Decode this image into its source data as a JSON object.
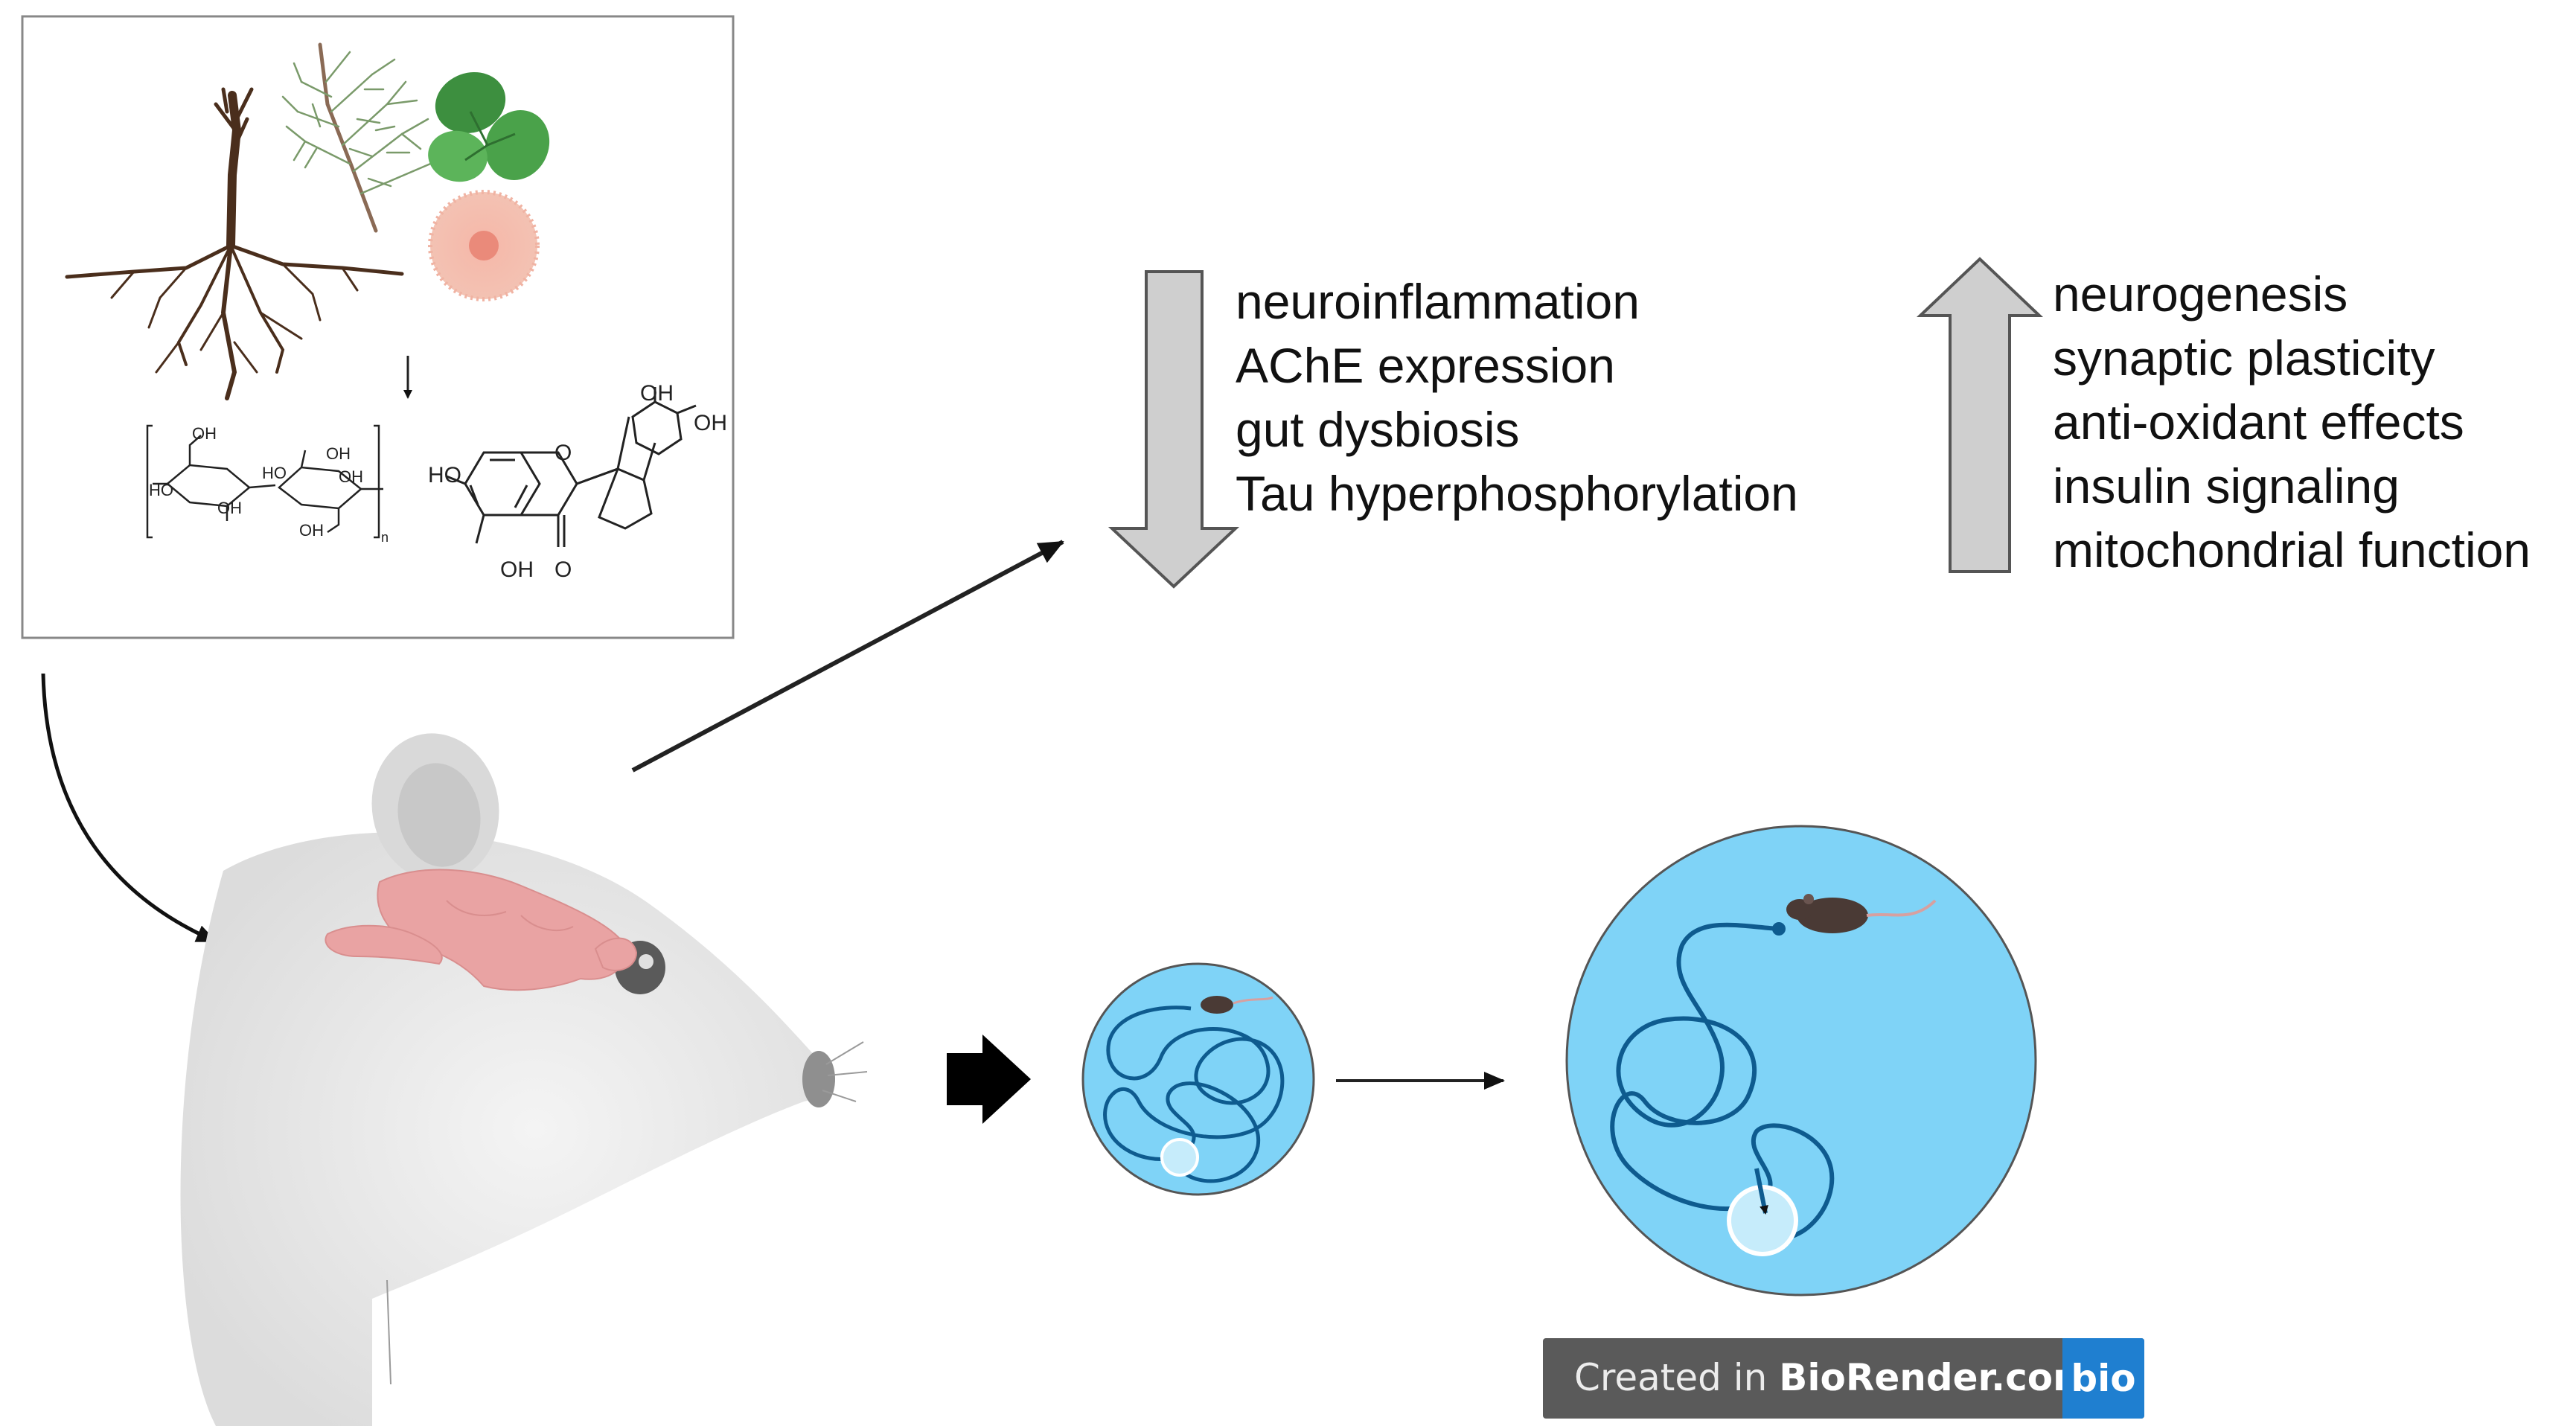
{
  "decreased_effects": [
    "neuroinflammation",
    "AChE expression",
    "gut dysbiosis",
    "Tau hyperphosphorylation"
  ],
  "increased_effects": [
    "neurogenesis",
    "synaptic plasticity",
    "anti-oxidant effects",
    "insulin signaling",
    "mitochondrial function"
  ],
  "chemical_labels": {
    "polysaccharide_oh": [
      "OH",
      "OH",
      "HO",
      "HO",
      "OH",
      "OH",
      "OH"
    ],
    "polysaccharide_n": "n",
    "flavonoid_ho": "HO",
    "flavonoid_oh_top": "OH",
    "flavonoid_oh_right": "OH",
    "flavonoid_oh_bottom": "OH",
    "flavonoid_ring_o": "O",
    "flavonoid_carbonyl_o": "O"
  },
  "badge": {
    "prefix": "Created in ",
    "brand": "BioRender.com",
    "logo": "bio"
  },
  "colors": {
    "arrow_gray": "#cfcfcf",
    "pool_blue": "#7fd3f7",
    "path_blue": "#0e5b8f",
    "brain_pink": "#e9a3a3",
    "badge_gray": "#5a5a5a",
    "logo_blue": "#1f7fd0"
  },
  "icons": [
    "plant-root-icon",
    "pine-sprig-icon",
    "mint-leaf-icon",
    "fungus-spore-icon",
    "rat-head-icon",
    "brain-icon",
    "water-maze-icon",
    "mouse-icon"
  ]
}
